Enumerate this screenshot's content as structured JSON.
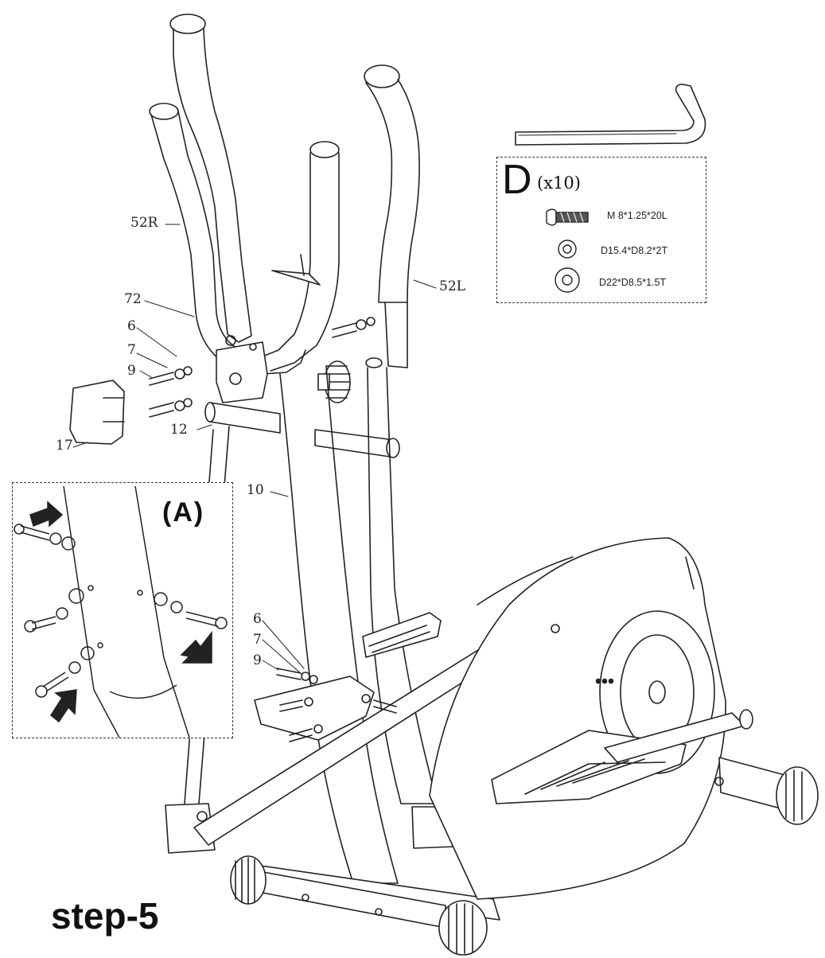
{
  "step_title": "step-5",
  "part_labels": {
    "p52r": "52R",
    "p52l": "52L",
    "p72": "72",
    "p6_upper": "6",
    "p7_upper": "7",
    "p9_upper": "9",
    "p12": "12",
    "p17": "17",
    "p10": "10",
    "p6_lower": "6",
    "p7_lower": "7",
    "p9_lower": "9"
  },
  "hardware_box": {
    "letter": "D",
    "quantity": "(x10)",
    "bolt_spec": "M 8*1.25*20L",
    "spring_washer_spec": "D15.4*D8.2*2T",
    "flat_washer_spec": "D22*D8.5*1.5T"
  },
  "detail_view": {
    "title": "(A)"
  }
}
